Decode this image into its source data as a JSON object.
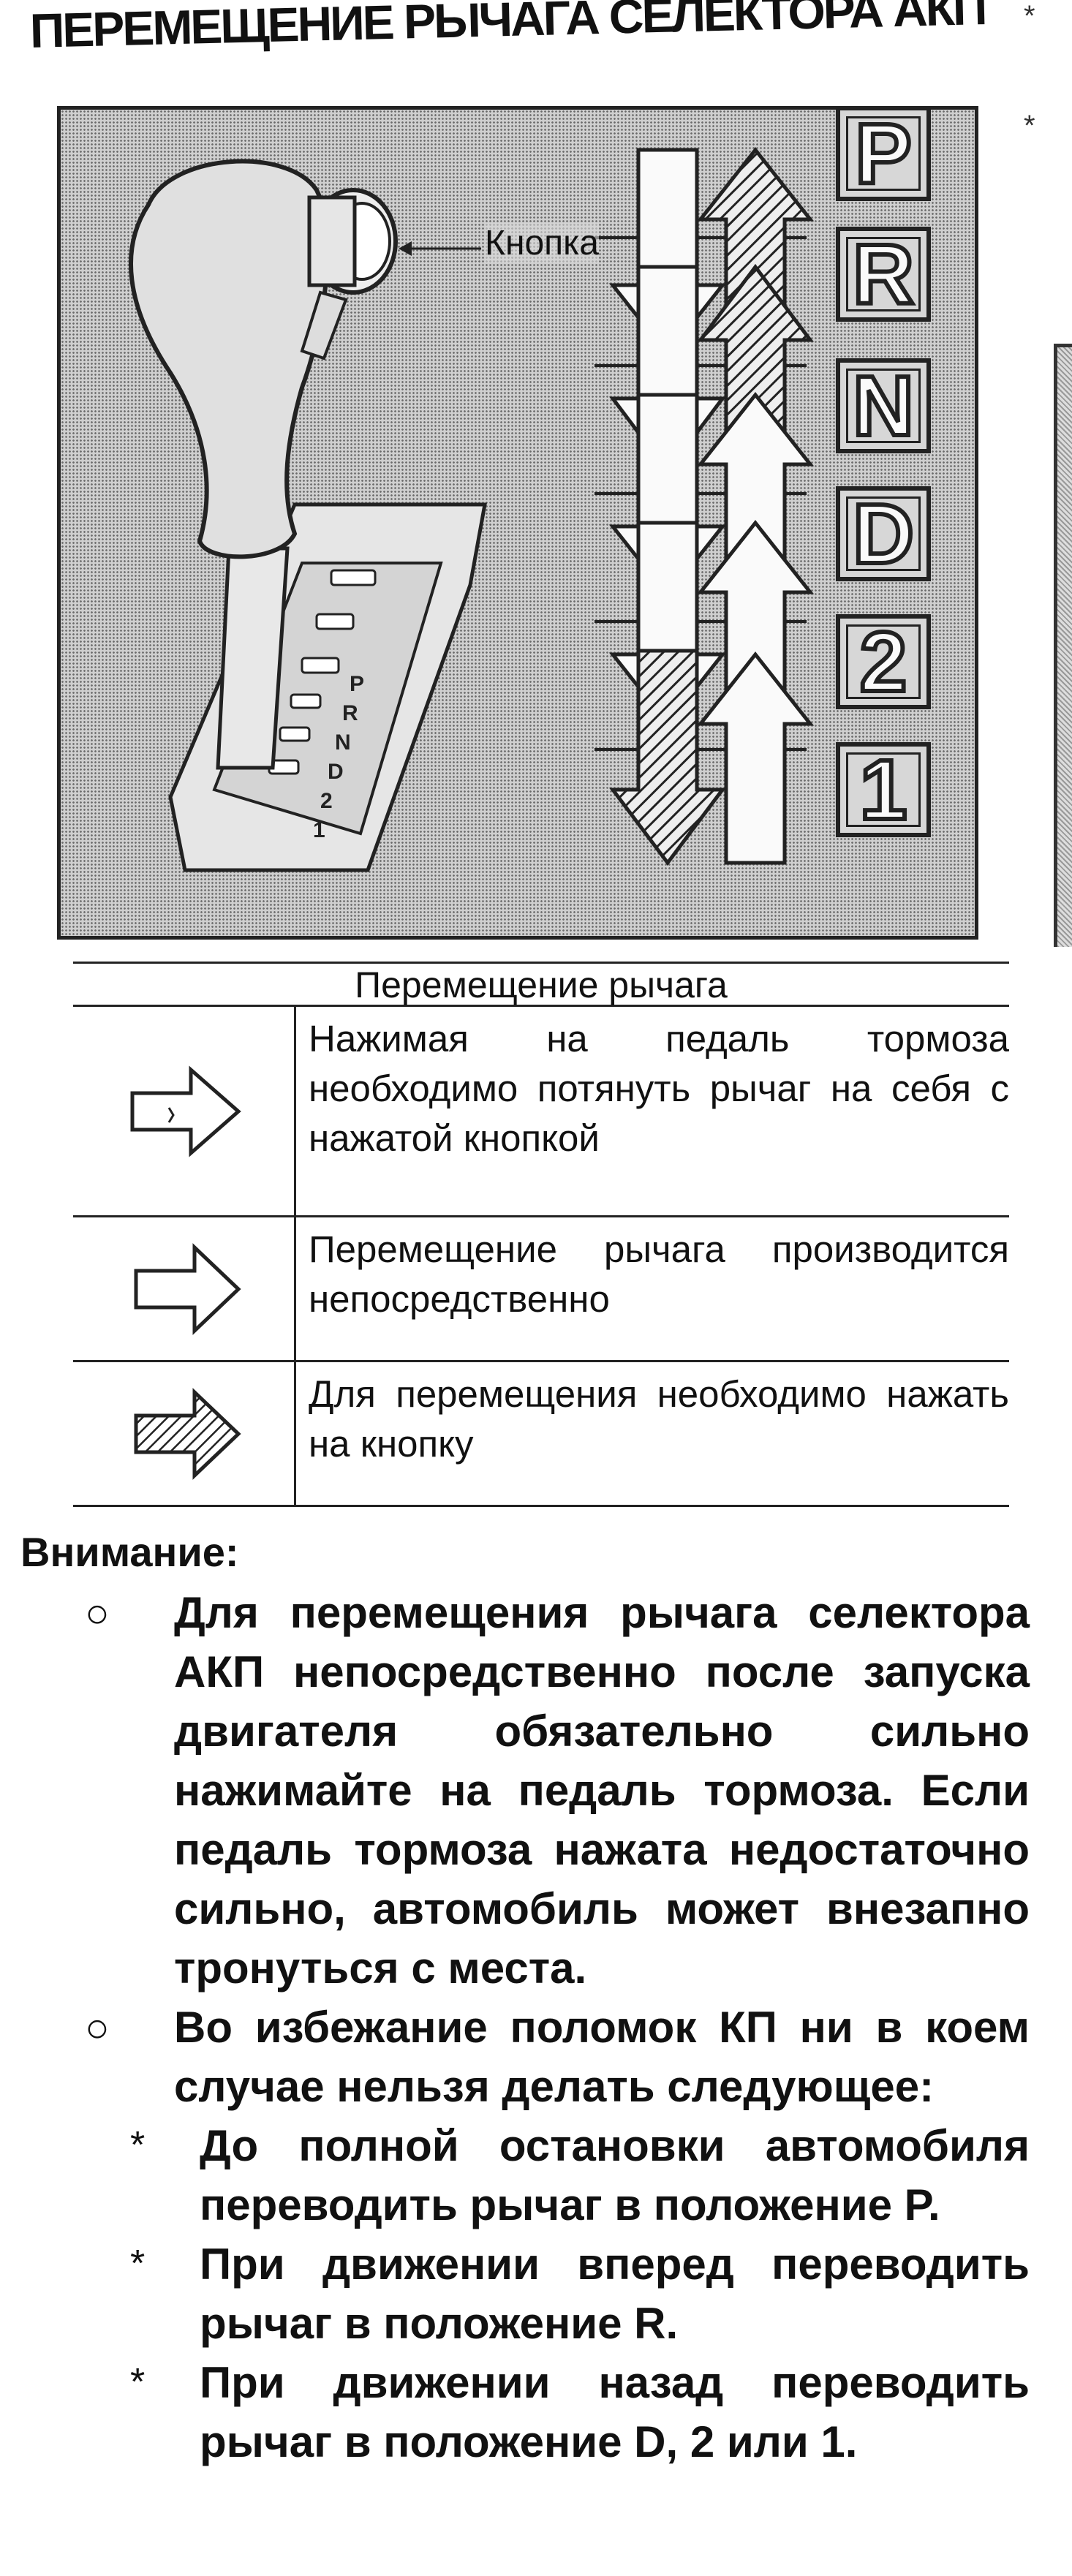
{
  "title": "ПЕРЕМЕЩЕНИЕ РЫЧАГА СЕЛЕКТОРА АКП",
  "figure": {
    "button_label": "Кнопка",
    "gears": [
      "P",
      "R",
      "N",
      "D",
      "2",
      "1"
    ],
    "lever_plate_marks": [
      "P",
      "R",
      "N",
      "D",
      "2",
      "1"
    ]
  },
  "legend": {
    "header": "Перемещение рычага",
    "rows": [
      {
        "icon": "outline-arrow-with-marks-icon",
        "text": "Нажимая на педаль тормоза необходимо потянуть рычаг на себя с нажатой кнопкой"
      },
      {
        "icon": "outline-arrow-icon",
        "text": "Перемещение рычага производится непосредственно"
      },
      {
        "icon": "hatched-arrow-icon",
        "text": "Для перемещения необходимо нажать на кнопку"
      }
    ]
  },
  "warning": {
    "title": "Внимание:",
    "items": [
      {
        "mark": "○",
        "text": "Для перемещения рычага селектора АКП непосредственно после запуска двигателя обязательно сильно нажимайте на педаль тормоза. Если педаль тормоза нажата недостаточно сильно, автомобиль может внезапно тронуться с места."
      },
      {
        "mark": "○",
        "text": "Во избежание поломок КП ни в коем случае нельзя делать следующее:"
      },
      {
        "mark": "*",
        "text": "До полной остановки автомобиля переводить рычаг в положение P."
      },
      {
        "mark": "*",
        "text": "При движении вперед переводить рычаг в положение R."
      },
      {
        "mark": "*",
        "text": "При движении назад переводить рычаг в положение D, 2 или 1."
      }
    ]
  }
}
